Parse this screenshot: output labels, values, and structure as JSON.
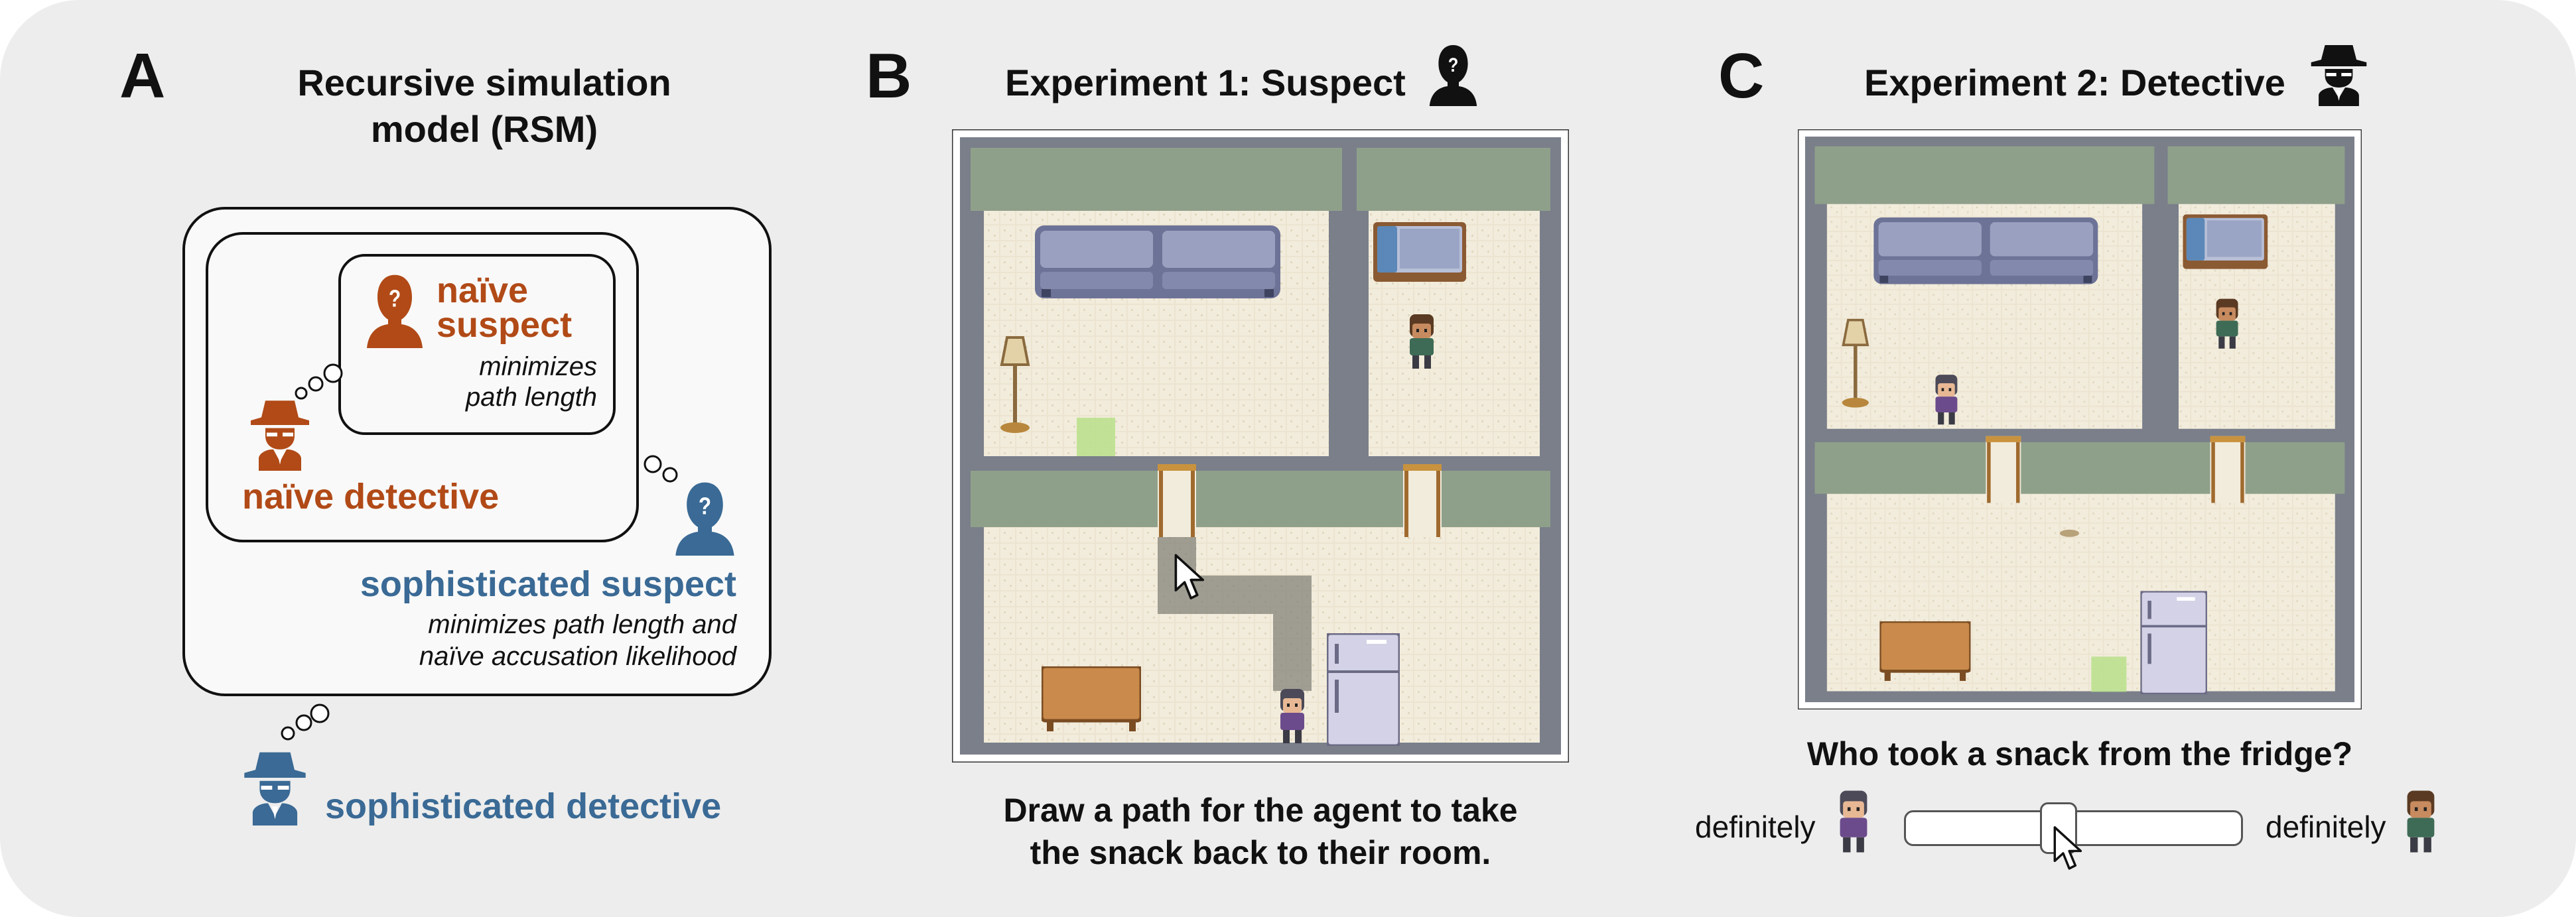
{
  "panel_a": {
    "letter": "A",
    "title_line1": "Recursive simulation",
    "title_line2": "model (RSM)",
    "naive_suspect_line1": "naïve",
    "naive_suspect_line2": "suspect",
    "naive_suspect_desc_line1": "minimizes",
    "naive_suspect_desc_line2": "path length",
    "naive_detective": "naïve detective",
    "soph_suspect": "sophisticated suspect",
    "soph_suspect_desc_line1": "minimizes path length and",
    "soph_suspect_desc_line2": "naïve accusation likelihood",
    "soph_detective": "sophisticated detective",
    "colors": {
      "naive": "#b14a17",
      "sophisticated": "#3a6a95"
    }
  },
  "panel_b": {
    "letter": "B",
    "title": "Experiment 1: Suspect",
    "caption_line1": "Draw a path for the agent to take",
    "caption_line2": "the snack back to their room."
  },
  "panel_c": {
    "letter": "C",
    "title": "Experiment 2: Detective",
    "question": "Who took a snack from the fridge?",
    "left_label": "definitely",
    "right_label": "definitely",
    "slider_value": 0.45
  },
  "icons": {
    "suspect": "suspect-silhouette-icon",
    "detective": "detective-silhouette-icon",
    "thought_bubble": "thought-bubble-icon",
    "cursor": "mouse-cursor-icon"
  }
}
